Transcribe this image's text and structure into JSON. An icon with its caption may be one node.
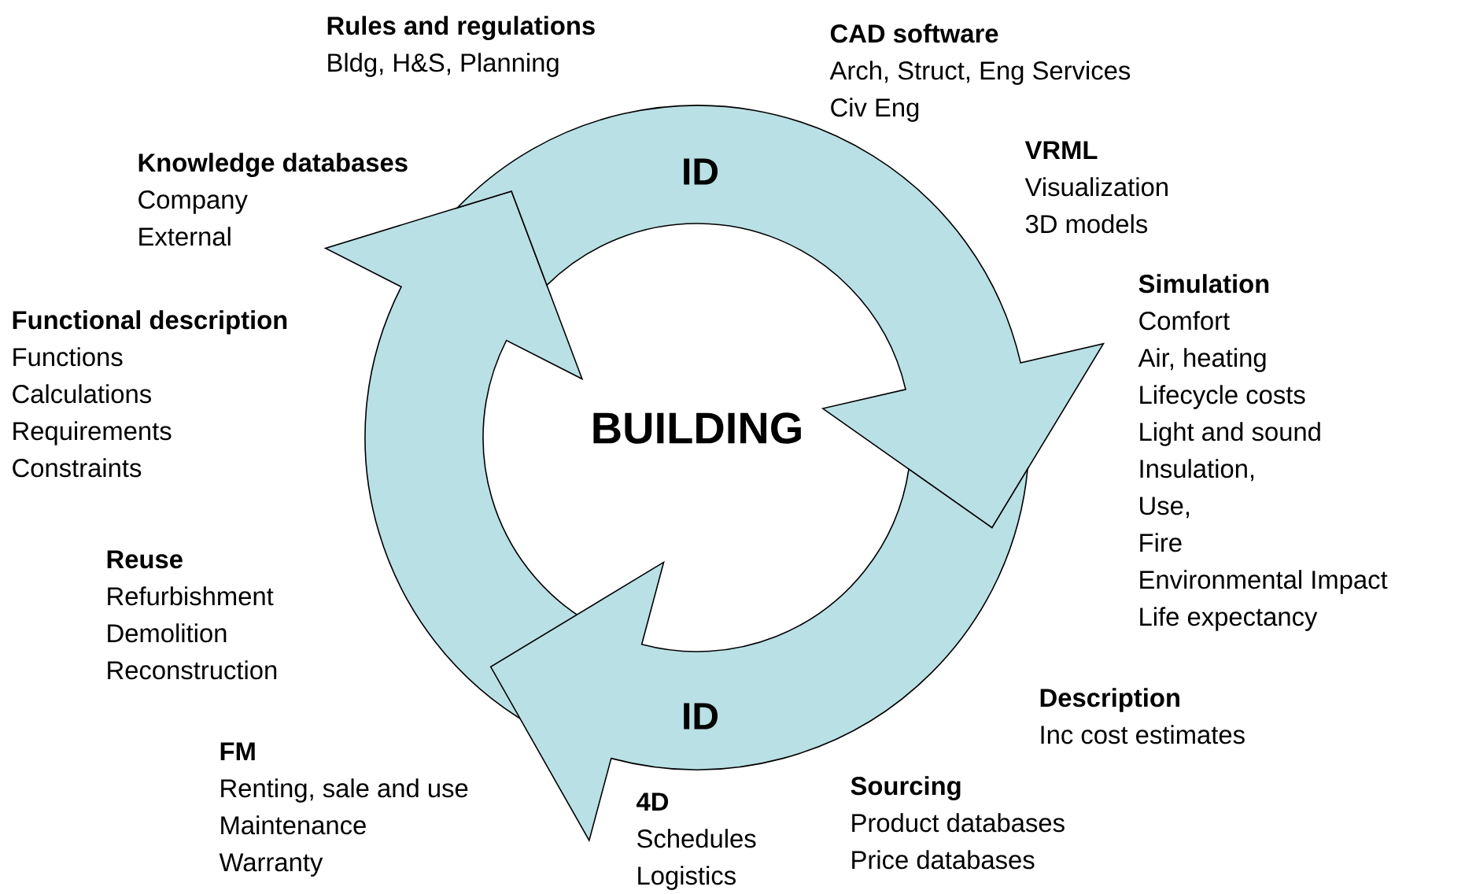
{
  "diagram": {
    "labels": [
      "Rules and regulations",
      "Bldg, H&S, Planning",
      "CAD software",
      "Arch, Struct, Eng Services",
      "Civ Eng",
      "VRML",
      "Visualization",
      "3D models",
      "Knowledge databases",
      "Company",
      "External",
      "ID",
      "Functional description",
      "Functions",
      "Calculations",
      "Requirements",
      "Constraints",
      "Simulation",
      "Comfort",
      "Air, heating",
      "Lifecycle costs",
      "Light and sound",
      "Insulation,",
      "Use,",
      "Fire",
      "Environmental Impact",
      "Life expectancy",
      "BUILDING",
      "Reuse",
      "Refurbishment",
      "Demolition",
      "Reconstruction",
      "Description",
      "Inc cost estimates",
      "ID",
      "FM",
      "Renting, sale and use",
      "Maintenance",
      "Warranty",
      "4D",
      "Schedules",
      "Logistics",
      "Sourcing",
      "Product databases",
      "Price databases"
    ]
  }
}
